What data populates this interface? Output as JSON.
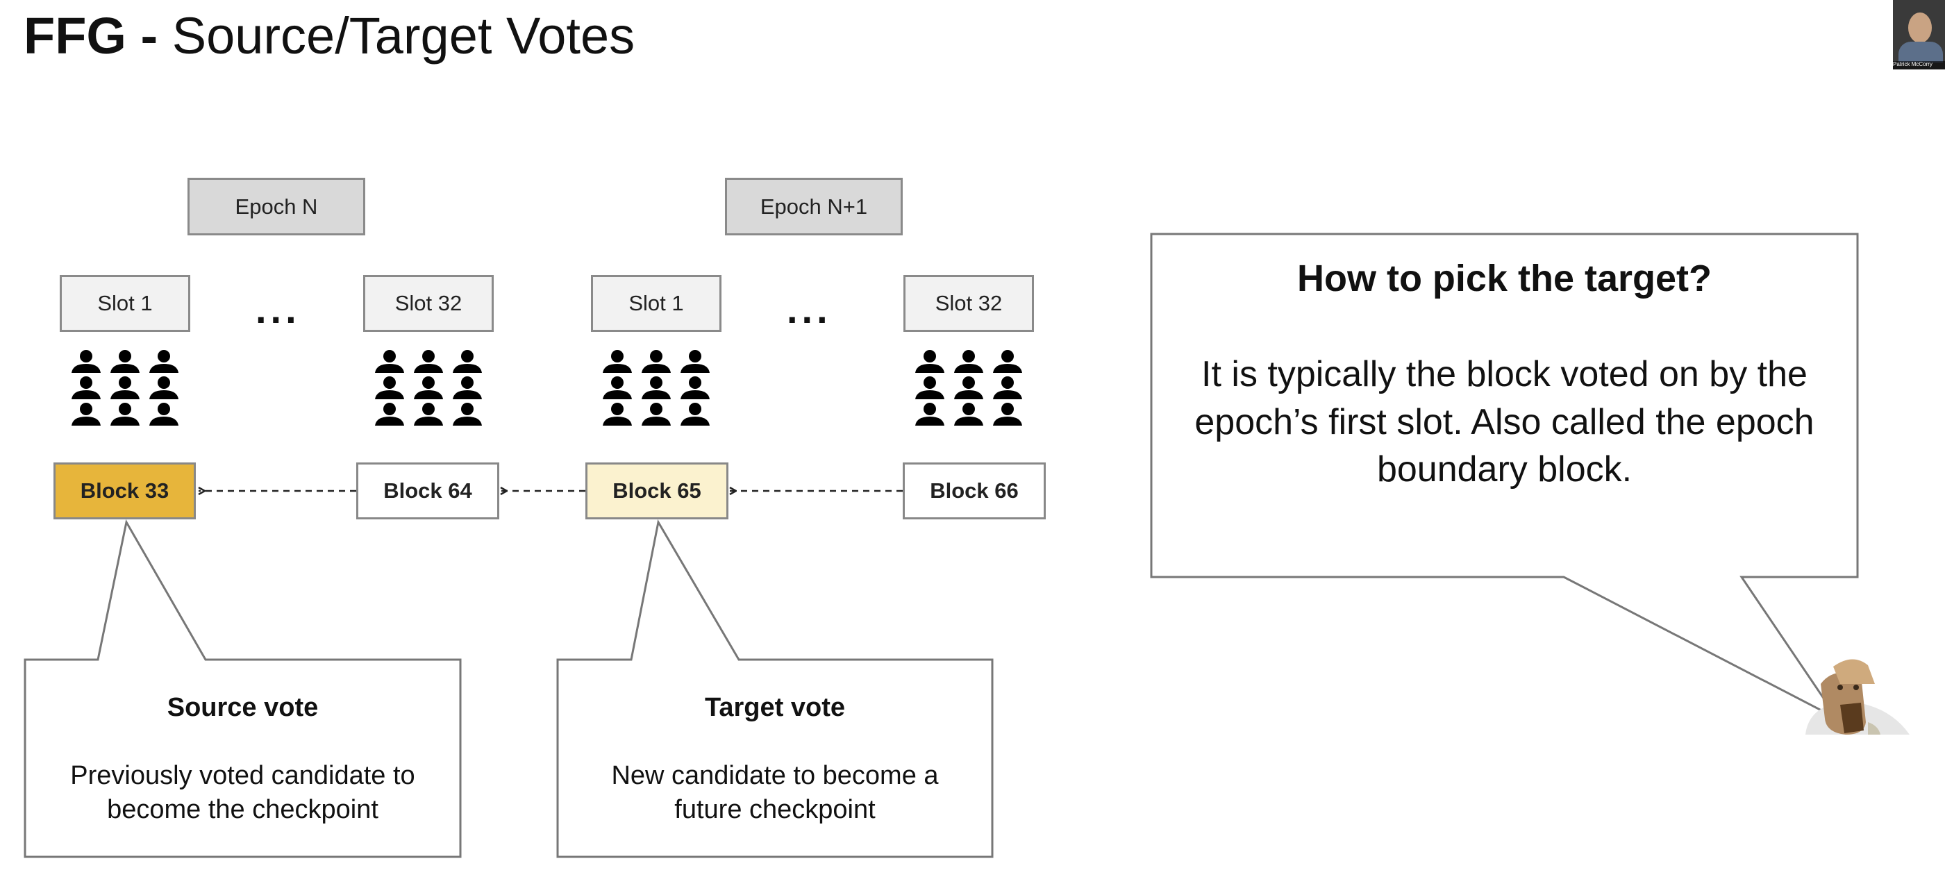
{
  "title": {
    "bold": "FFG - ",
    "regular": "Source/Target Votes"
  },
  "epochs": [
    {
      "label": "Epoch N"
    },
    {
      "label": "Epoch N+1"
    }
  ],
  "slots": [
    {
      "label": "Slot 1"
    },
    {
      "label": "Slot 32"
    },
    {
      "label": "Slot 1"
    },
    {
      "label": "Slot 32"
    }
  ],
  "ellipsis": "...",
  "blocks": [
    {
      "label": "Block 33",
      "state": "source",
      "color": "#e7b53b"
    },
    {
      "label": "Block 64",
      "state": "normal",
      "color": "#ffffff"
    },
    {
      "label": "Block 65",
      "state": "target",
      "color": "#fbf2cf"
    },
    {
      "label": "Block 66",
      "state": "normal",
      "color": "#ffffff"
    }
  ],
  "validators_per_slot": 9,
  "source_callout": {
    "title": "Source vote",
    "description": "Previously voted candidate to become the checkpoint"
  },
  "target_callout": {
    "title": "Target vote",
    "description": "New candidate to become a future checkpoint"
  },
  "explainer": {
    "title": "How to pick the target?",
    "description": "It is typically the block voted on by the epoch’s first slot. Also called the epoch boundary block."
  },
  "presenter_webcam": {
    "name_label": "Patrick McCorry"
  },
  "icons": {
    "validator": "person-icon",
    "speaker": "character-avatar-icon"
  }
}
